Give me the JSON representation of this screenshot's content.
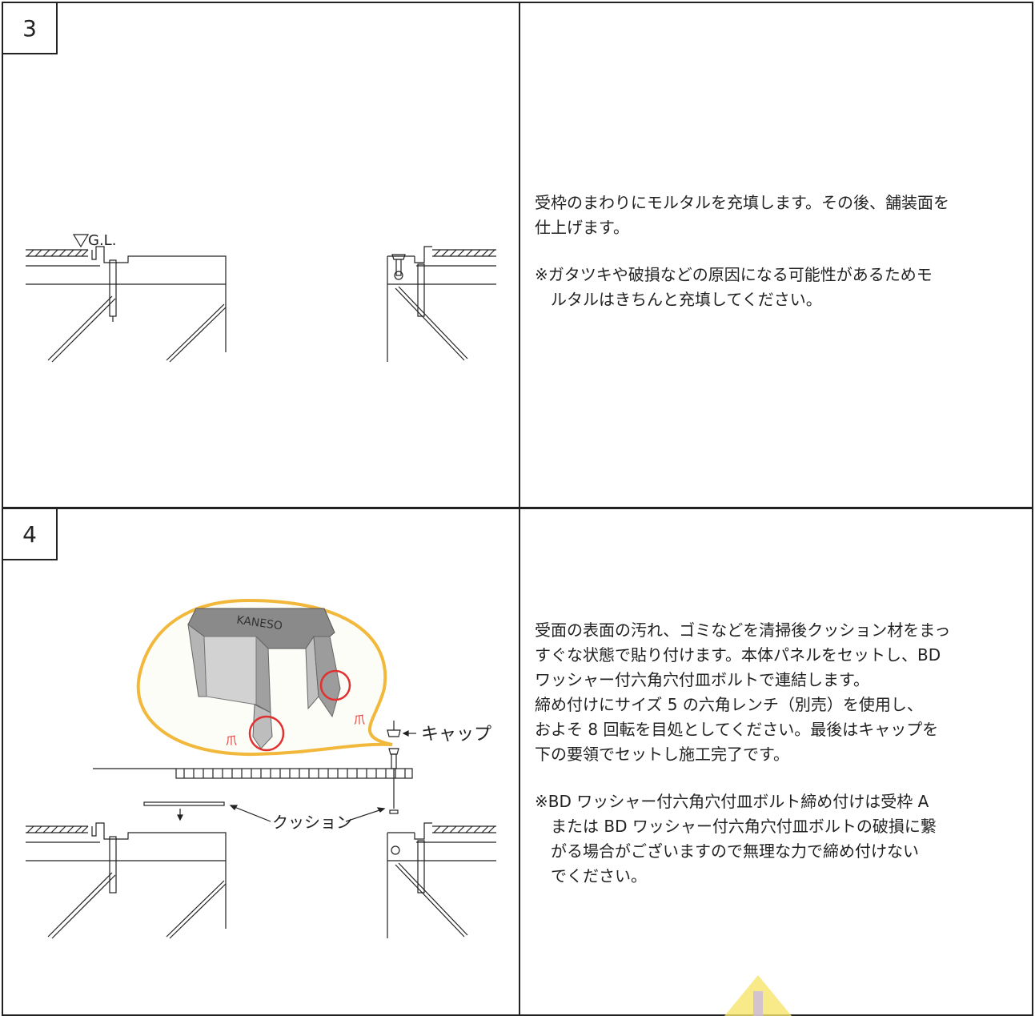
{
  "steps": [
    {
      "number": "3",
      "diagram": {
        "gl_label": "G.L."
      },
      "description": [
        "受枠のまわりにモルタルを充填します。その後、舗装面を",
        "仕上げます。"
      ],
      "note": [
        "※ガタツキや破損などの原因になる可能性があるためモ",
        "ルタルはきちんと充填してください。"
      ]
    },
    {
      "number": "4",
      "diagram": {
        "claw_label_1": "爪",
        "claw_label_2": "爪",
        "cap_label": "キャップ",
        "cushion_label": "クッション",
        "product_logo": "KANESO"
      },
      "description": [
        "受面の表面の汚れ、ゴミなどを清掃後クッション材をまっ",
        "すぐな状態で貼り付けます。本体パネルをセットし、BD",
        "ワッシャー付六角穴付皿ボルトで連結します。",
        "締め付けにサイズ 5 の六角レンチ（別売）を使用し、",
        "およそ 8 回転を目処としてください。最後はキャップを",
        "下の要領でセットし施工完了です。"
      ],
      "note": [
        "※BD ワッシャー付六角穴付皿ボルト締め付けは受枠 A",
        "または BD ワッシャー付六角穴付皿ボルトの破損に繋",
        "がる場合がございますので無理な力で締め付けない",
        "でください。"
      ]
    }
  ],
  "colors": {
    "line": "#222222",
    "callout_fill": "#fdfdf7",
    "callout_stroke": "#f1b83c",
    "claw_marker": "#e03030",
    "arrow_hint": "#f7e56b"
  }
}
